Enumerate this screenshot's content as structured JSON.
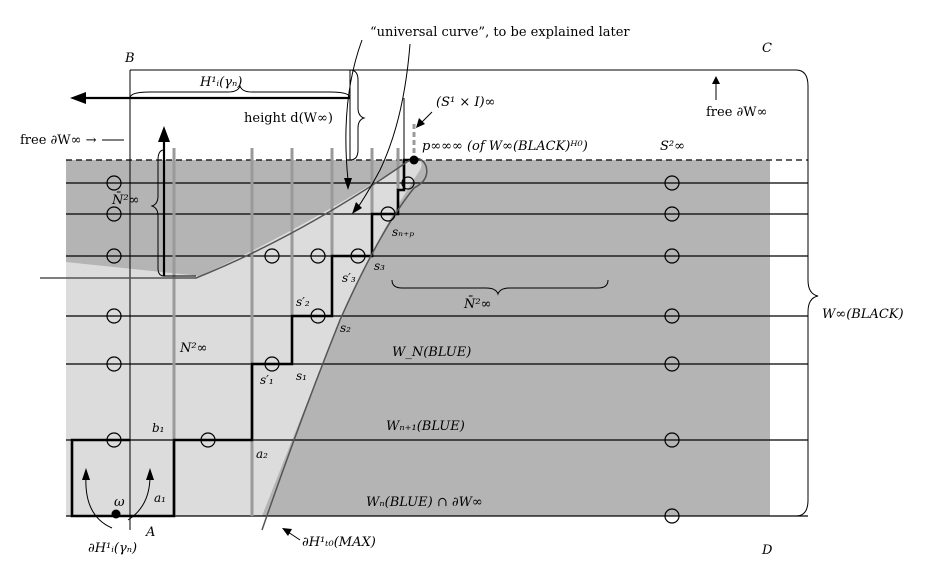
{
  "labels": {
    "corner_b": "B",
    "corner_c": "C",
    "corner_d": "D",
    "corner_a": "A",
    "universal_curve": "“universal curve”, to be explained later",
    "h_gamma": "H¹ᵢ(γₙ)",
    "height": "height d(W∞)",
    "s1_times_i": "(S¹ × I)∞",
    "free_dw_right": "free ∂W∞",
    "free_dw_left": "free ∂W∞ →",
    "p_inf": "p∞∞∞ (of W∞(BLACK)ᴴ⁰)",
    "s2_inf": "S²∞",
    "n_bar_left": "N̄²∞",
    "n_bar_right": "N̄²∞",
    "w_inf_black": "W∞(BLACK)",
    "n2_inf": "N²∞",
    "w_n_blue": "W_N(BLUE)",
    "w_n1_blue": "Wₙ₊₁(BLUE)",
    "w_n_blue_boundary": "Wₙ(BLUE) ∩ ∂W∞",
    "dh_max": "∂H¹ₜ₀(MAX)",
    "dh_gamma": "∂H¹ᵢ(γₙ)",
    "omega": "ω",
    "a1": "a₁",
    "a2": "a₂",
    "b1": "b₁",
    "s1": "s₁",
    "s1p": "s′₁",
    "s2": "s₂",
    "s2p": "s′₂",
    "s3": "s₃",
    "s3p": "s′₃",
    "snp": "sₙ₊ₚ"
  },
  "colors": {
    "dark_region": "#b4b4b4",
    "light_region": "#dcdcdc",
    "gray_vertical": "#9a9a9a",
    "line": "#000000",
    "curve": "#555555"
  }
}
